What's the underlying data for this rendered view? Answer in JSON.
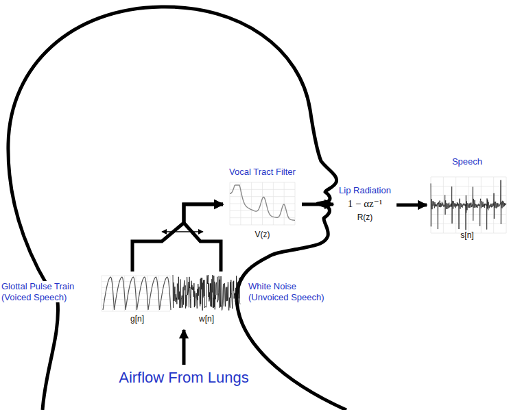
{
  "diagram": {
    "nodes": [
      {
        "text": [
          "Vocal Tract Filter",
          "V(z)"
        ]
      },
      {
        "text": [
          "Lip Radiation",
          "1 − αz⁻¹",
          "R(z)"
        ]
      },
      {
        "text": [
          "Speech",
          "s[n]"
        ]
      },
      {
        "text": [
          "Glottal Pulse Train (Voiced Speech)",
          "g[n]"
        ]
      },
      {
        "text": [
          "White Noise (Unvoiced Speech)",
          "w[n]"
        ]
      }
    ],
    "edges": [
      {
        "from": 3,
        "to": 0,
        "arrow": "to"
      },
      {
        "from": 4,
        "to": 0,
        "arrow": "to"
      },
      {
        "from": 0,
        "to": 1,
        "arrow": "to"
      },
      {
        "from": 1,
        "to": 2,
        "arrow": "to"
      }
    ],
    "labels": [
      "Airflow From Lungs"
    ]
  }
}
